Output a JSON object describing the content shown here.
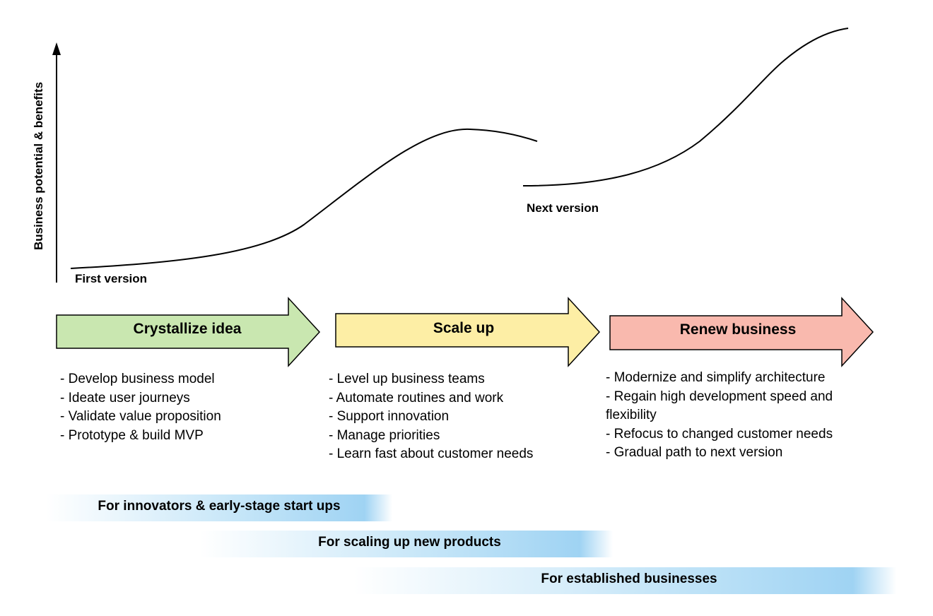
{
  "axis": {
    "y_label": "Business potential & benefits"
  },
  "curves": [
    {
      "label": "First version"
    },
    {
      "label": "Next version"
    }
  ],
  "stages": [
    {
      "title": "Crystallize idea",
      "color": "#c9e7b0",
      "items": [
        "- Develop business model",
        "- Ideate user journeys",
        "- Validate value proposition",
        "- Prototype & build MVP"
      ]
    },
    {
      "title": "Scale up",
      "color": "#fdeea5",
      "items": [
        "- Level up business teams",
        "- Automate routines and work",
        "- Support innovation",
        "- Manage priorities",
        "- Learn fast about customer needs"
      ]
    },
    {
      "title": "Renew business",
      "color": "#f9b9ae",
      "items": [
        "- Modernize and simplify architecture",
        "- Regain high development speed and flexibility",
        "- Refocus to changed customer needs",
        "- Gradual path to next version"
      ]
    }
  ],
  "audiences": [
    {
      "label": "For innovators & early-stage start ups"
    },
    {
      "label": "For scaling up new products"
    },
    {
      "label": "For established businesses"
    }
  ],
  "colors": {
    "band": "#9fd3f3",
    "stroke": "#000000"
  }
}
